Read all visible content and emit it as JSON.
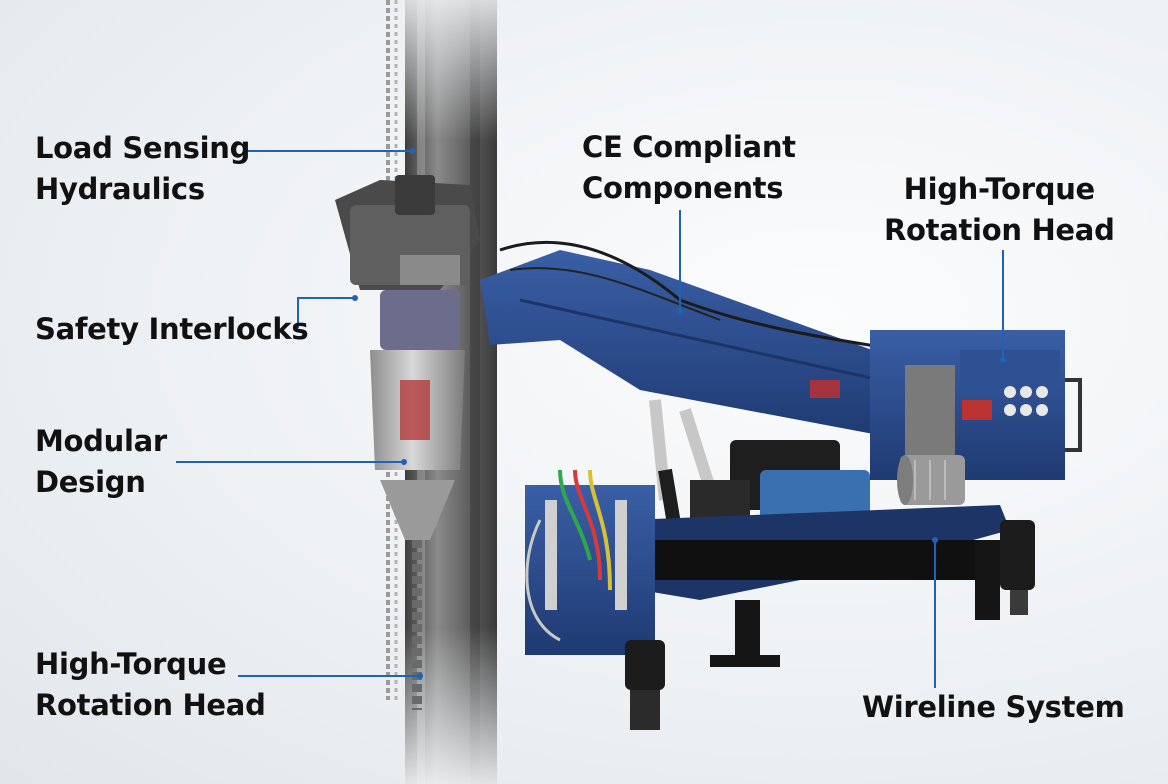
{
  "callouts": {
    "load_sensing": [
      "Load Sensing",
      "Hydraulics"
    ],
    "ce_compliant": [
      "CE Compliant",
      "Components"
    ],
    "rotation_head_right": [
      "High-Torque",
      "Rotation Head"
    ],
    "safety_interlocks": [
      "Safety Interlocks"
    ],
    "modular_design": [
      "Modular",
      "Design"
    ],
    "rotation_head_left": [
      "High-Torque",
      "Rotation Head"
    ],
    "wireline": [
      "Wireline System"
    ]
  },
  "colors": {
    "rig_blue": "#2b4c8c",
    "rig_blue_dark": "#1d3566",
    "mast_gray": "#5a5a5a",
    "leader_blue": "#1f63b6",
    "text": "#111111",
    "engine_blue": "#3a6fb0"
  }
}
